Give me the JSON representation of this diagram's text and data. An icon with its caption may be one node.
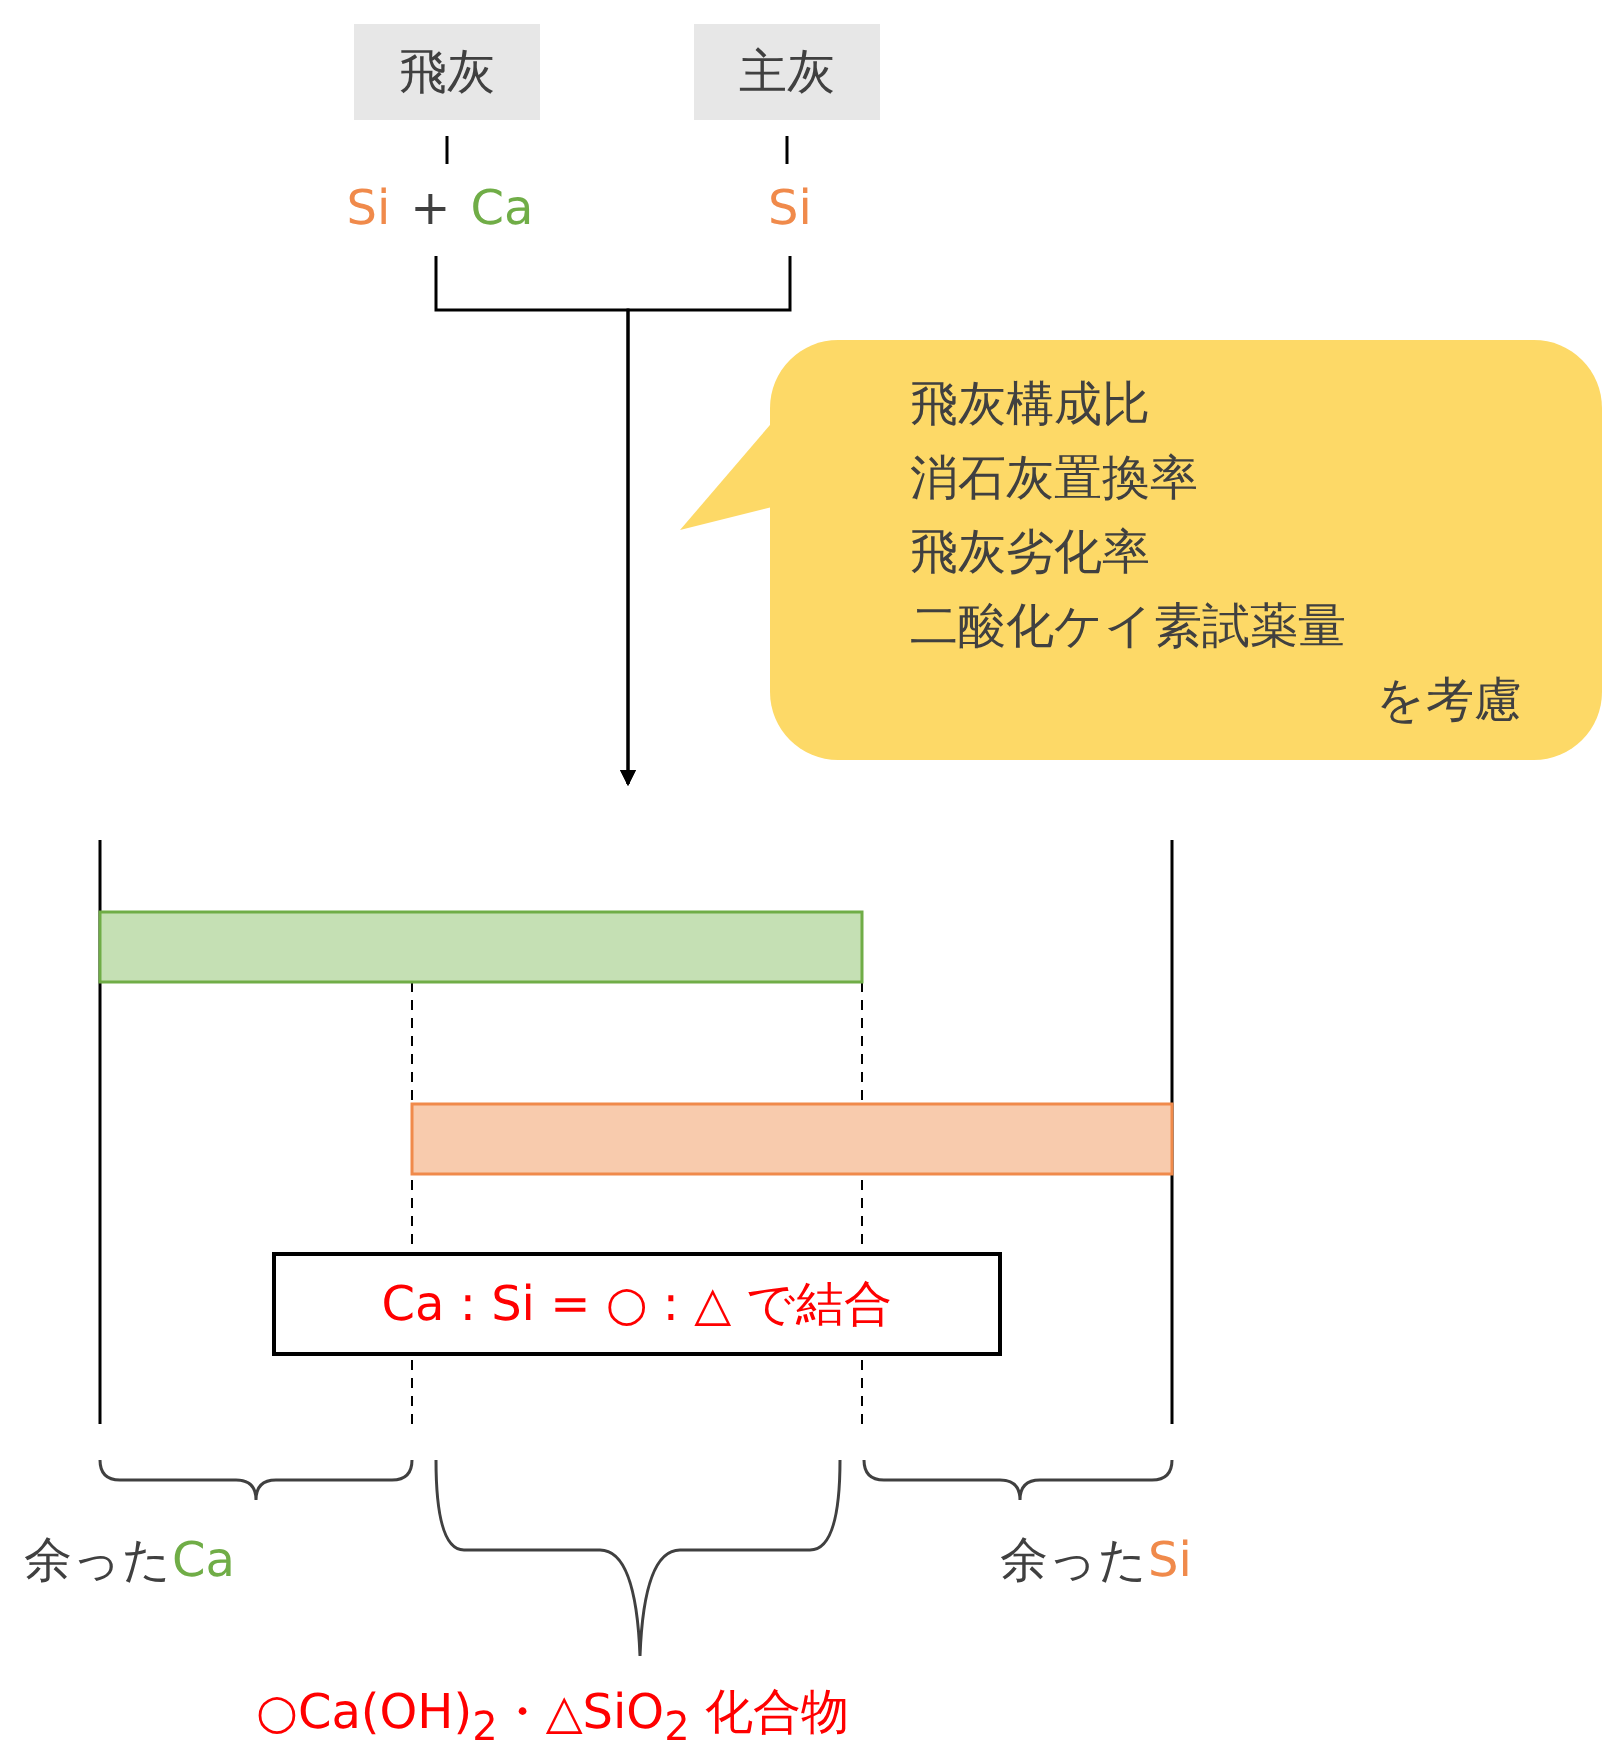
{
  "diagram": {
    "nodes": [
      {
        "text": [
          "飛灰"
        ]
      },
      {
        "text": [
          "主灰"
        ]
      },
      {
        "text": [
          "Si",
          "+",
          "Ca"
        ]
      },
      {
        "text": [
          "Si"
        ]
      },
      {
        "text": [
          "飛灰構成比",
          "消石灰置換率",
          "飛灰劣化率",
          "二酸化ケイ素試薬量",
          "を考慮"
        ]
      },
      {
        "text": [],
        "shape": "bar"
      },
      {
        "text": [],
        "shape": "bar"
      },
      {
        "text": [
          "Ca : Si = ○ : △  で結合"
        ]
      }
    ],
    "edges": [
      {
        "from": 0,
        "to": 2,
        "arrow": "none"
      },
      {
        "from": 1,
        "to": 3,
        "arrow": "none"
      },
      {
        "from": 2,
        "to": null,
        "arrow": "to"
      },
      {
        "from": 3,
        "to": null,
        "arrow": "to"
      }
    ],
    "labels": [
      "余った",
      "Ca",
      "余った",
      "Si",
      "○Ca(OH)$_{2}$・△SiO$_{2}$ 化合物"
    ]
  }
}
